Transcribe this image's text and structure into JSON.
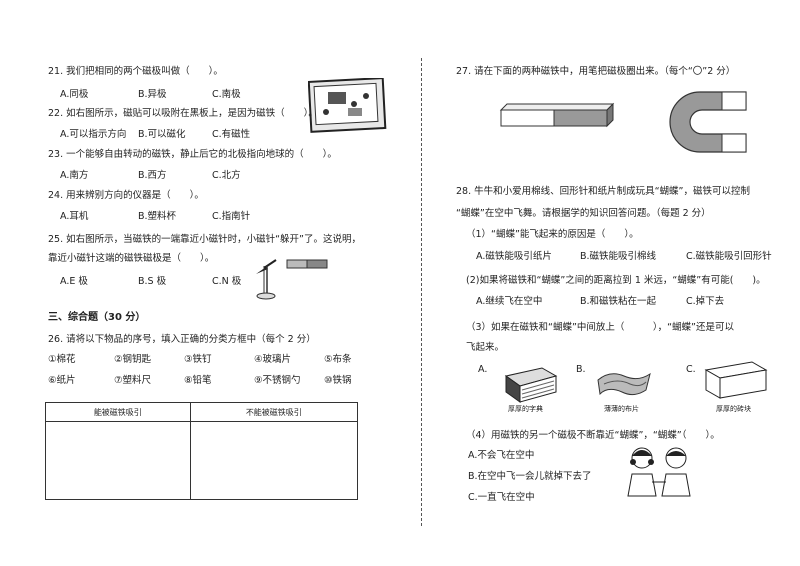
{
  "left": {
    "q21": {
      "text": "21. 我们把相同的两个磁极叫做（　　）。",
      "a": "A.同极",
      "b": "B.异极",
      "c": "C.南极"
    },
    "q22": {
      "text": "22. 如右图所示，磁贴可以吸附在黑板上，是因为磁铁（　　）。",
      "a": "A.可以指示方向",
      "b": "B.可以磁化",
      "c": "C.有磁性"
    },
    "q23": {
      "text": "23. 一个能够自由转动的磁铁，静止后它的北极指向地球的（　　）。",
      "a": "A.南方",
      "b": "B.西方",
      "c": "C.北方"
    },
    "q24": {
      "text": "24. 用来辨别方向的仪器是（　　）。",
      "a": "A.耳机",
      "b": "B.塑料杯",
      "c": "C.指南针"
    },
    "q25": {
      "text": "25. 如右图所示，当磁铁的一端靠近小磁针时，小磁针“躲开”了。这说明，",
      "text2": "靠近小磁针这端的磁铁磁极是（　　）。",
      "a": "A.E 极",
      "b": "B.S 极",
      "c": "C.N 极"
    },
    "section3": "三、综合题（30 分）",
    "q26": {
      "text": "26. 请将以下物品的序号，填入正确的分类方框中（每个 2 分）",
      "items": [
        "①棉花",
        "②钢钥匙",
        "③铁钉",
        "④玻璃片",
        "⑤布条",
        "⑥纸片",
        "⑦塑料尺",
        "⑧铅笔",
        "⑨不锈钢勺",
        "⑩铁锅"
      ],
      "col1": "能被磁铁吸引",
      "col2": "不能被磁铁吸引"
    }
  },
  "right": {
    "q27": {
      "text": "27. 请在下面的两种磁铁中，用笔把磁极圈出来。（每个“〇”2 分）"
    },
    "q28": {
      "text": "28. 牛牛和小爱用棉线、回形针和纸片制成玩具“蝴蝶”，磁铁可以控制",
      "text2": "“蝴蝶”在空中飞舞。请根据学的知识回答问题。（每题 2 分）",
      "s1": {
        "text": "（1）“蝴蝶”能飞起来的原因是（　　）。",
        "a": "A.磁铁能吸引纸片",
        "b": "B.磁铁能吸引棉线",
        "c": "C.磁铁能吸引回形针"
      },
      "s2": {
        "text": "(2)如果将磁铁和“蝴蝶”之间的距离拉到 1 米远，“蝴蝶”有可能(　　)。",
        "a": "A.继续飞在空中",
        "b": "B.和磁铁粘在一起",
        "c": "C.掉下去"
      },
      "s3": {
        "text": "（3）如果在磁铁和“蝴蝶”中间放上（　　　），“蝴蝶”还是可以",
        "text2": "飞起来。",
        "a": "A.",
        "b": "B.",
        "c": "C.",
        "cap_a": "厚厚的字典",
        "cap_b": "薄薄的布片",
        "cap_c": "厚厚的砖块"
      },
      "s4": {
        "text": "（4）用磁铁的另一个磁极不断靠近“蝴蝶”，“蝴蝶”（　　）。",
        "a": "A.不会飞在空中",
        "b": "B.在空中飞一会儿就掉下去了",
        "c": "C.一直飞在空中"
      }
    }
  }
}
